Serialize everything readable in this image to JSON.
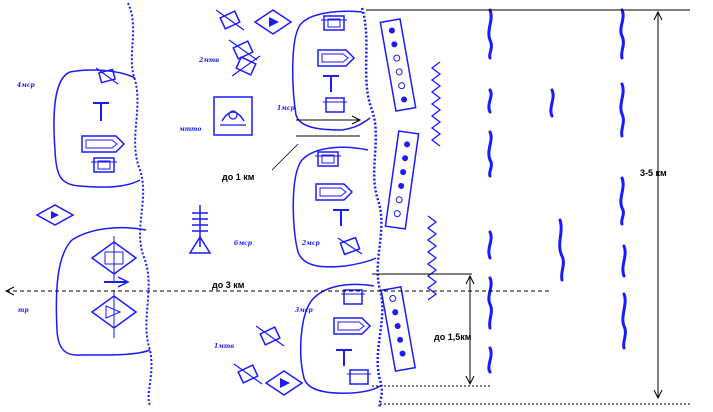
{
  "colors": {
    "main": "#1a1aff",
    "lines": "#000000",
    "background": "#ffffff"
  },
  "labels": {
    "unit_4mr": "4мср",
    "unit_2tb": "2мтв",
    "unit_1mr": "1мср",
    "unit_mto": "мтто",
    "unit_bmr": "бмср",
    "unit_2mr": "2мср",
    "unit_3mr": "3мср",
    "unit_1tb": "1мтв",
    "unit_tr": "тр"
  },
  "distances": {
    "d1": "до 1 км",
    "d3": "до 3 км",
    "d15": "до 1,5км",
    "d35": "3-5 км"
  },
  "icons": [
    "tank-icon",
    "apc-icon",
    "ifv-icon",
    "antitank-icon",
    "artillery-icon",
    "command-post-icon",
    "engineer-icon",
    "barrier-icon"
  ]
}
